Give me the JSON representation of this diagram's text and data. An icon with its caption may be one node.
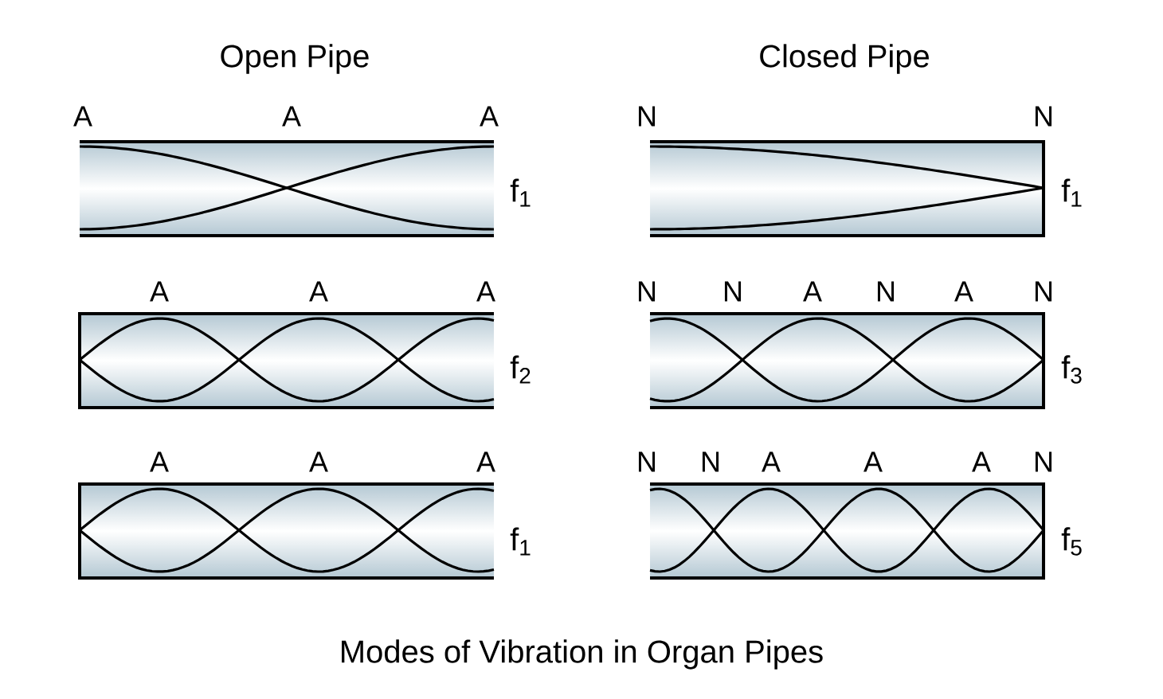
{
  "diagram": {
    "caption": "Modes of Vibration in Organ Pipes",
    "labels": [
      "Open Pipe",
      "Closed Pipe",
      "A",
      "A",
      "A",
      "N",
      "N",
      "f$_{1}$",
      "f$_{1}$",
      "A",
      "A",
      "A",
      "N",
      "N",
      "A",
      "N",
      "A",
      "N",
      "f$_{2}$",
      "f$_{3}$",
      "A",
      "A",
      "A",
      "N",
      "N",
      "A",
      "A",
      "A",
      "N",
      "f$_{1}$",
      "f$_{5}$"
    ]
  }
}
